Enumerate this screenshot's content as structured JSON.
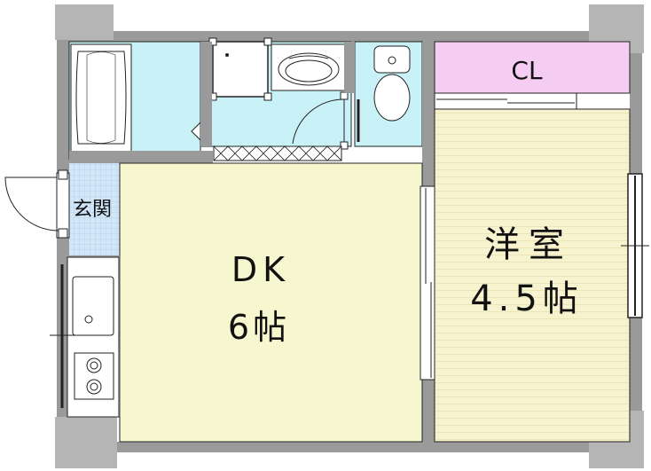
{
  "rooms": {
    "dk": {
      "name": "DK",
      "size": "6帖",
      "color": "#f7f7cf"
    },
    "western": {
      "name": "洋室",
      "size": "4.5帖",
      "color": "#f7f3cf"
    },
    "closet": {
      "name": "CL",
      "color": "#f6cdf2"
    },
    "entrance": {
      "name": "玄関",
      "color": "#c8dff7"
    },
    "wet_area": {
      "color": "#c9f2f8"
    }
  },
  "colors": {
    "wall": "#9a9a9a",
    "wall_corner": "#b5b5b5",
    "line": "#222222"
  }
}
